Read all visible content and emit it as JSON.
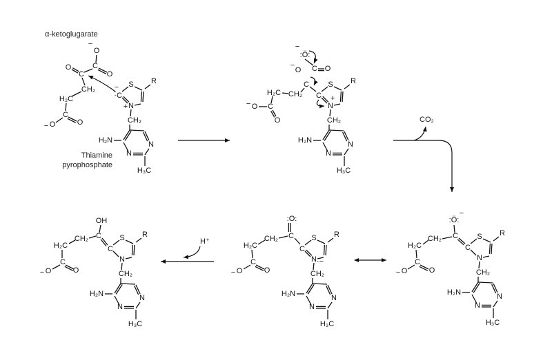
{
  "captions": {
    "substrate": "α-ketoglugarate",
    "cofactor_line1": "Thiamine",
    "cofactor_line2": "pyrophosphate",
    "co2": "CO₂",
    "proton": "H⁺"
  },
  "tpp": {
    "C2": "C",
    "S": "S",
    "R": "R",
    "N3": "N",
    "CH2": "CH₂",
    "N1": "N",
    "N3p": "N",
    "NH2": "H₂N",
    "CH3": "H₃C"
  },
  "structures": [
    {
      "name": "alpha-ketoglutarate-and-tpp-ylide",
      "labels": {
        "Otop": "O",
        "Otop_chg": "−",
        "Ccarb": "C",
        "Ocarb": "O",
        "Cketo": "C",
        "Oketo": "O",
        "CH2a": "CH₂",
        "CH2b": "H₂C",
        "Clow": "C",
        "Olow1": "O",
        "Olow1_chg": "−",
        "Olow2": "O",
        "ylide_lp": ":",
        "ylide_chg": "−",
        "N_chg": "+"
      }
    },
    {
      "name": "tetrahedral-adduct",
      "labels": {
        "Olp": ":Ö:",
        "Olp_chg": "−",
        "Ccarb": "C",
        "Ocarb": "O",
        "Oalk": "O",
        "Oalk_chg": "−",
        "Ccen": "C",
        "CH2a": "CH₂",
        "CH2b": "H₂C",
        "Clow": "C",
        "Olow1": "O",
        "Olow1_chg": "−",
        "Olow2": "O",
        "N_chg": "+"
      }
    },
    {
      "name": "enamine-carbanion",
      "labels": {
        "Oex": ":Ö:",
        "Oex_chg": "−",
        "Cex": "C",
        "CH2a": "CH₂",
        "CH2b": "H₂C",
        "Clow": "C",
        "Olow1": "O",
        "Olow1_chg": "−",
        "Olow2": "O"
      }
    },
    {
      "name": "resonance-form",
      "labels": {
        "Oex": ":O:",
        "Cex": "C",
        "CH2a": "CH₂",
        "CH2b": "H₂C",
        "Clow": "C",
        "Olow1": "O",
        "Olow1_chg": "−",
        "Olow2": "O",
        "N_chg": "·−"
      }
    },
    {
      "name": "protonated-enol",
      "labels": {
        "Oex": "OH",
        "Cex": "C",
        "CH2a": "CH₂",
        "CH2b": "H₂C",
        "Clow": "C",
        "Olow1": "O",
        "Olow1_chg": "−",
        "Olow2": "O"
      }
    }
  ]
}
